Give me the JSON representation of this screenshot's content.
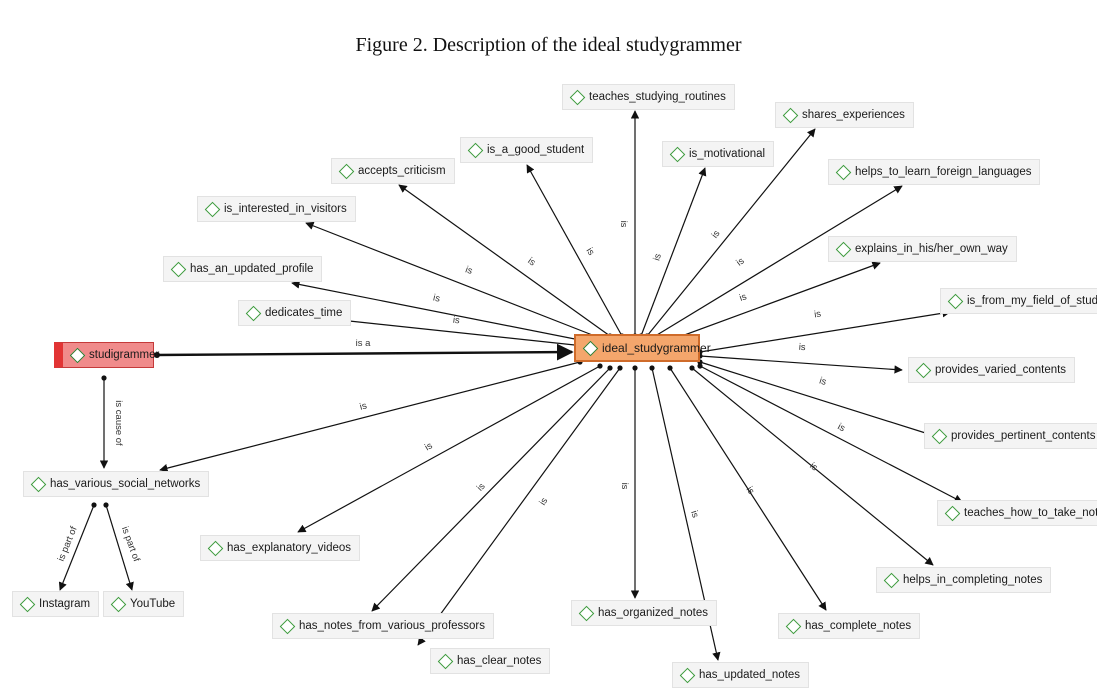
{
  "figure": {
    "title": "Figure 2. Description of the ideal studygrammer"
  },
  "colors": {
    "center_fill": "#f4a66c",
    "source_fill": "#f08b8b",
    "node_fill": "#f4f4f4",
    "diamond": "#3c9a3c"
  },
  "icons": {
    "node_marker": "diamond-icon"
  },
  "nodes": {
    "center": "ideal_studygrammer",
    "studigrammer": "studigrammer",
    "teaches_studying_routines": "teaches_studying_routines",
    "shares_experiences": "shares_experiences",
    "is_a_good_student": "is_a_good_student",
    "is_motivational": "is_motivational",
    "accepts_criticism": "accepts_criticism",
    "helps_to_learn_foreign_languages": "helps_to_learn_foreign_languages",
    "is_interested_in_visitors": "is_interested_in_visitors",
    "explains_in_his_her_own_way": "explains_in_his/her_own_way",
    "has_an_updated_profile": "has_an_updated_profile",
    "is_from_my_field_of_study": "is_from_my_field_of_study",
    "dedicates_time": "dedicates_time",
    "provides_varied_contents": "provides_varied_contents",
    "provides_pertinent_contents": "provides_pertinent_contents",
    "has_various_social_networks": "has_various_social_networks",
    "teaches_how_to_take_notes": "teaches_how_to_take_notes",
    "has_explanatory_videos": "has_explanatory_videos",
    "helps_in_completing_notes": "helps_in_completing_notes",
    "instagram": "Instagram",
    "youtube": "YouTube",
    "has_organized_notes": "has_organized_notes",
    "has_complete_notes": "has_complete_notes",
    "has_notes_from_various_professors": "has_notes_from_various_professors",
    "has_clear_notes": "has_clear_notes",
    "has_updated_notes": "has_updated_notes"
  },
  "edge_labels": {
    "is": "is",
    "is_a": "is a",
    "is_cause_of": "is cause of",
    "is_part_of": "is part of"
  }
}
